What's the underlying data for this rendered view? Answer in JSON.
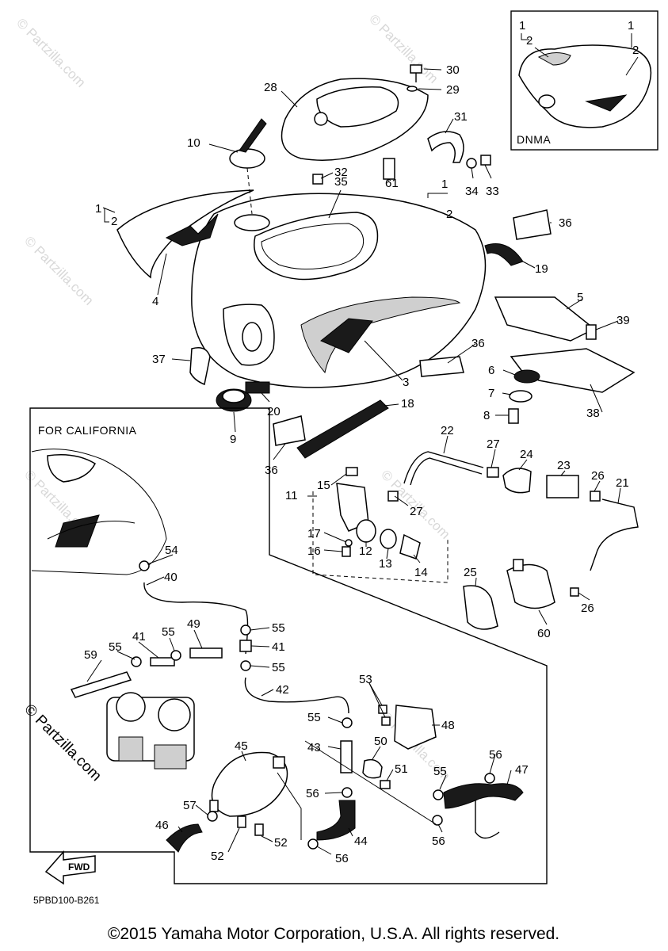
{
  "header": {
    "california_label": "FOR CALIFORNIA",
    "dnma_label": "DNMA"
  },
  "diagram_code": "5PBD100-B261",
  "copyright": "©2015 Yamaha Motor Corporation, U.S.A. All rights reserved.",
  "watermark": {
    "text": "© Partzilla.com",
    "faint_text": "© Partzilla.com"
  },
  "callouts": {
    "p1": "1",
    "p2": "2",
    "p3": "3",
    "p4": "4",
    "p5": "5",
    "p6": "6",
    "p7": "7",
    "p8": "8",
    "p9": "9",
    "p10": "10",
    "p11": "11",
    "p12": "12",
    "p13": "13",
    "p14": "14",
    "p15": "15",
    "p16": "16",
    "p17": "17",
    "p18": "18",
    "p19": "19",
    "p20": "20",
    "p21": "21",
    "p22": "22",
    "p23": "23",
    "p24": "24",
    "p25": "25",
    "p26": "26",
    "p27": "27",
    "p28": "28",
    "p29": "29",
    "p30": "30",
    "p31": "31",
    "p32": "32",
    "p33": "33",
    "p34": "34",
    "p35": "35",
    "p36": "36",
    "p37": "37",
    "p38": "38",
    "p39": "39",
    "p40": "40",
    "p41": "41",
    "p42": "42",
    "p43": "43",
    "p44": "44",
    "p45": "45",
    "p46": "46",
    "p47": "47",
    "p48": "48",
    "p49": "49",
    "p50": "50",
    "p51": "51",
    "p52": "52",
    "p53": "53",
    "p54": "54",
    "p55": "55",
    "p56": "56",
    "p57": "57",
    "p59": "59",
    "p60": "60",
    "p61": "61"
  },
  "fwd_label": "FWD"
}
